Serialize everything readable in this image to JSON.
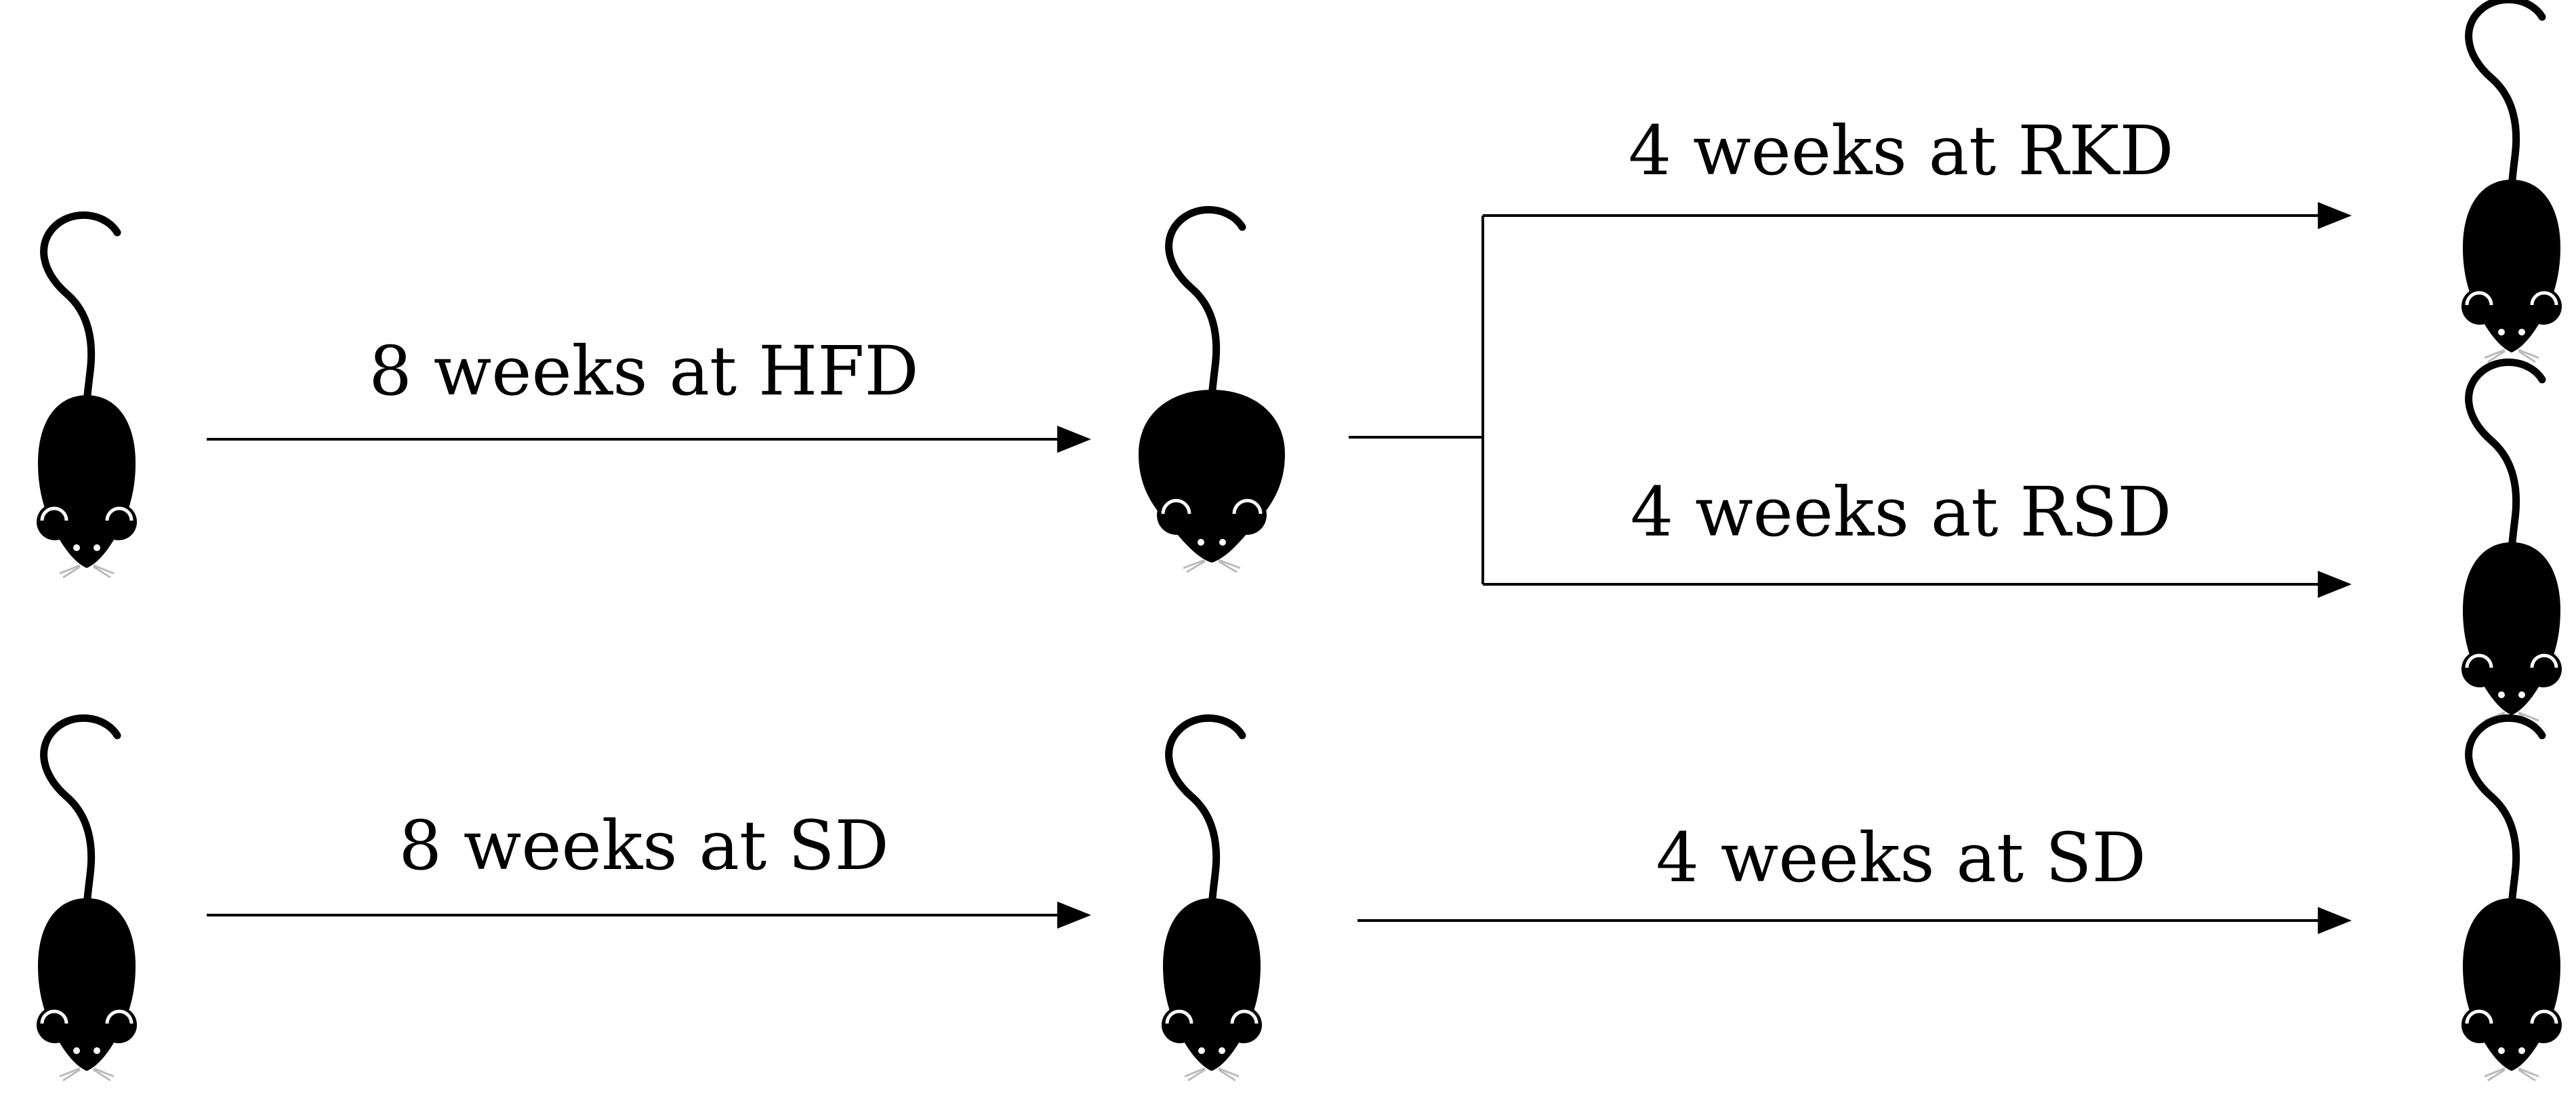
{
  "labels": {
    "hfd": "8 weeks at HFD",
    "sd_first": "8 weeks at SD",
    "rkd": "4 weeks at RKD",
    "rsd": "4 weeks at RSD",
    "sd_second": "4 weeks at SD"
  },
  "icons": {
    "mouse": "mouse-icon",
    "mouse_obese": "obese-mouse-icon",
    "arrow": "arrow-icon"
  },
  "colors": {
    "ink": "#000000",
    "background": "#ffffff"
  }
}
